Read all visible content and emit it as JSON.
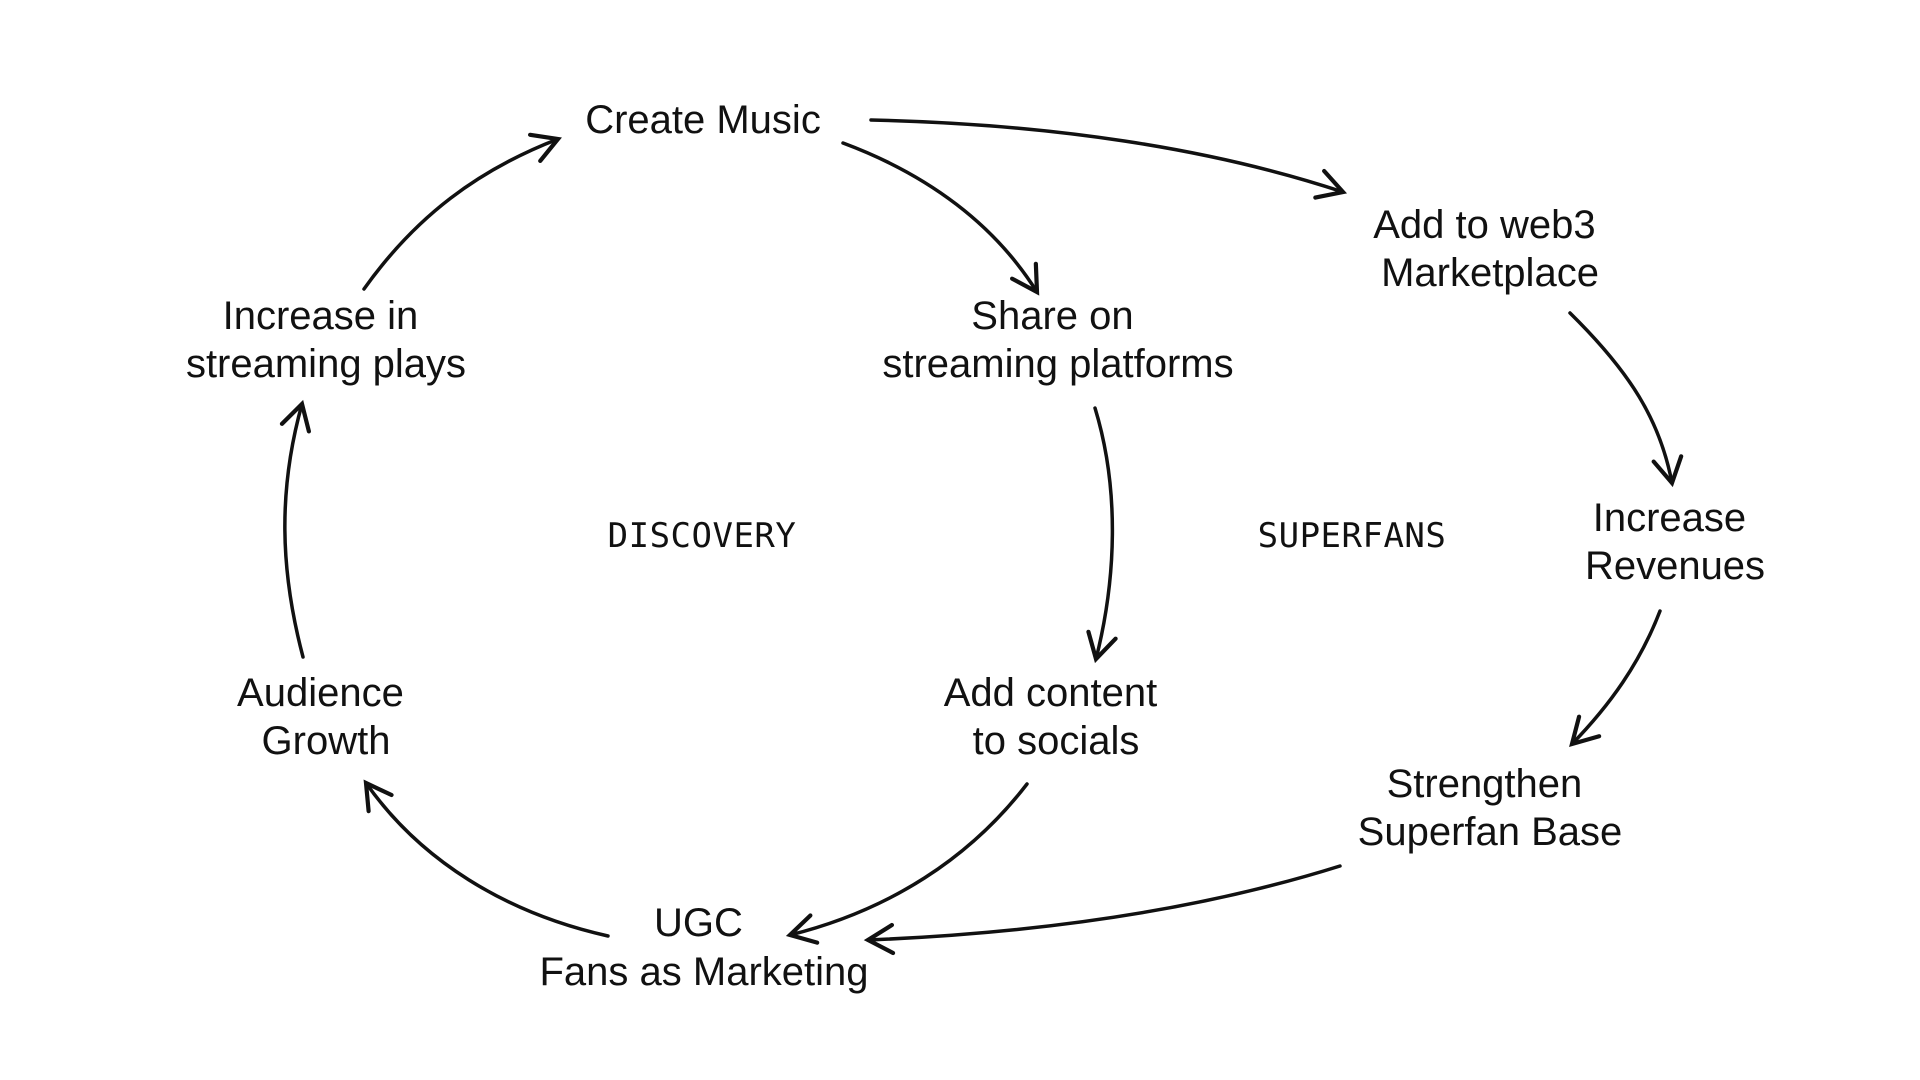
{
  "nodes": {
    "create_music": [
      "Create Music"
    ],
    "share_streaming": [
      "Share on",
      "streaming platforms"
    ],
    "add_content": [
      "Add content",
      "to socials"
    ],
    "ugc": [
      "UGC",
      "Fans as Marketing"
    ],
    "audience_growth": [
      "Audience",
      "Growth"
    ],
    "increase_plays": [
      "Increase in",
      "streaming plays"
    ],
    "add_web3": [
      "Add to web3",
      "Marketplace"
    ],
    "increase_revenues": [
      "Increase",
      "Revenues"
    ],
    "strengthen_superfan": [
      "Strengthen",
      "Superfan Base"
    ]
  },
  "regions": {
    "discovery": "DISCOVERY",
    "superfans": "SUPERFANS"
  },
  "colors": {
    "ink": "#111111",
    "background": "#ffffff"
  }
}
